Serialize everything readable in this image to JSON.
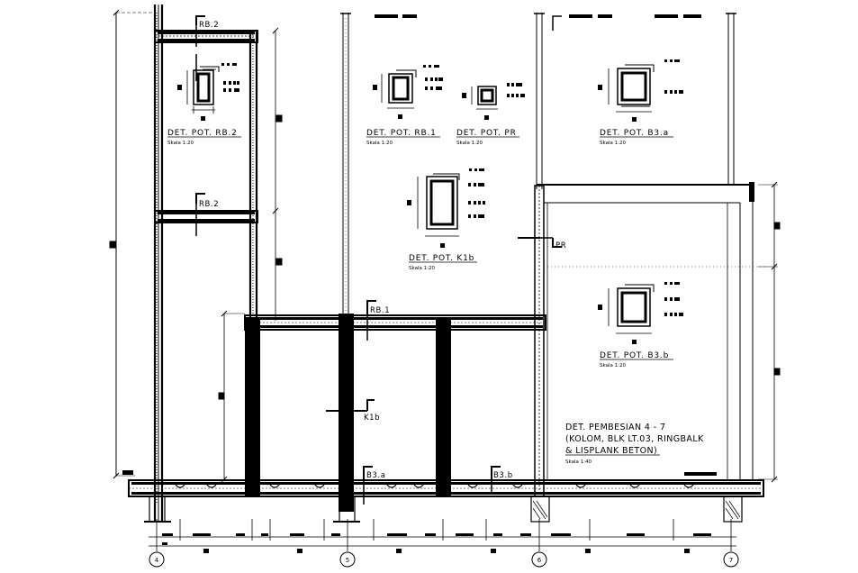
{
  "section_labels": {
    "rb2_top": "RB.2",
    "rb2_mid": "RB.2",
    "rb1": "RB.1",
    "k1b": "K1b",
    "b3a": "B3.a",
    "b3b": "B3.b",
    "pr": "PR"
  },
  "details": [
    {
      "id": "rb2",
      "title": "DET. POT. RB.2",
      "scale": "Skala 1:20"
    },
    {
      "id": "rb1",
      "title": "DET. POT. RB.1",
      "scale": "Skala 1:20"
    },
    {
      "id": "pr",
      "title": "DET. POT. PR",
      "scale": "Skala 1:20"
    },
    {
      "id": "b3a",
      "title": "DET. POT. B3.a",
      "scale": "Skala 1:20"
    },
    {
      "id": "k1b",
      "title": "DET. POT. K1b",
      "scale": "Skala 1:20"
    },
    {
      "id": "b3b",
      "title": "DET. POT. B3.b",
      "scale": "Skala 1:20"
    }
  ],
  "main_note": {
    "line1": "DET. PEMBESIAN 4 - 7",
    "line2": "(KOLOM, BLK LT.03, RINGBALK",
    "line3": "& LISPLANK BETON)",
    "scale": "Skala 1:40"
  },
  "grid_axes": [
    "4",
    "5",
    "6",
    "7"
  ]
}
